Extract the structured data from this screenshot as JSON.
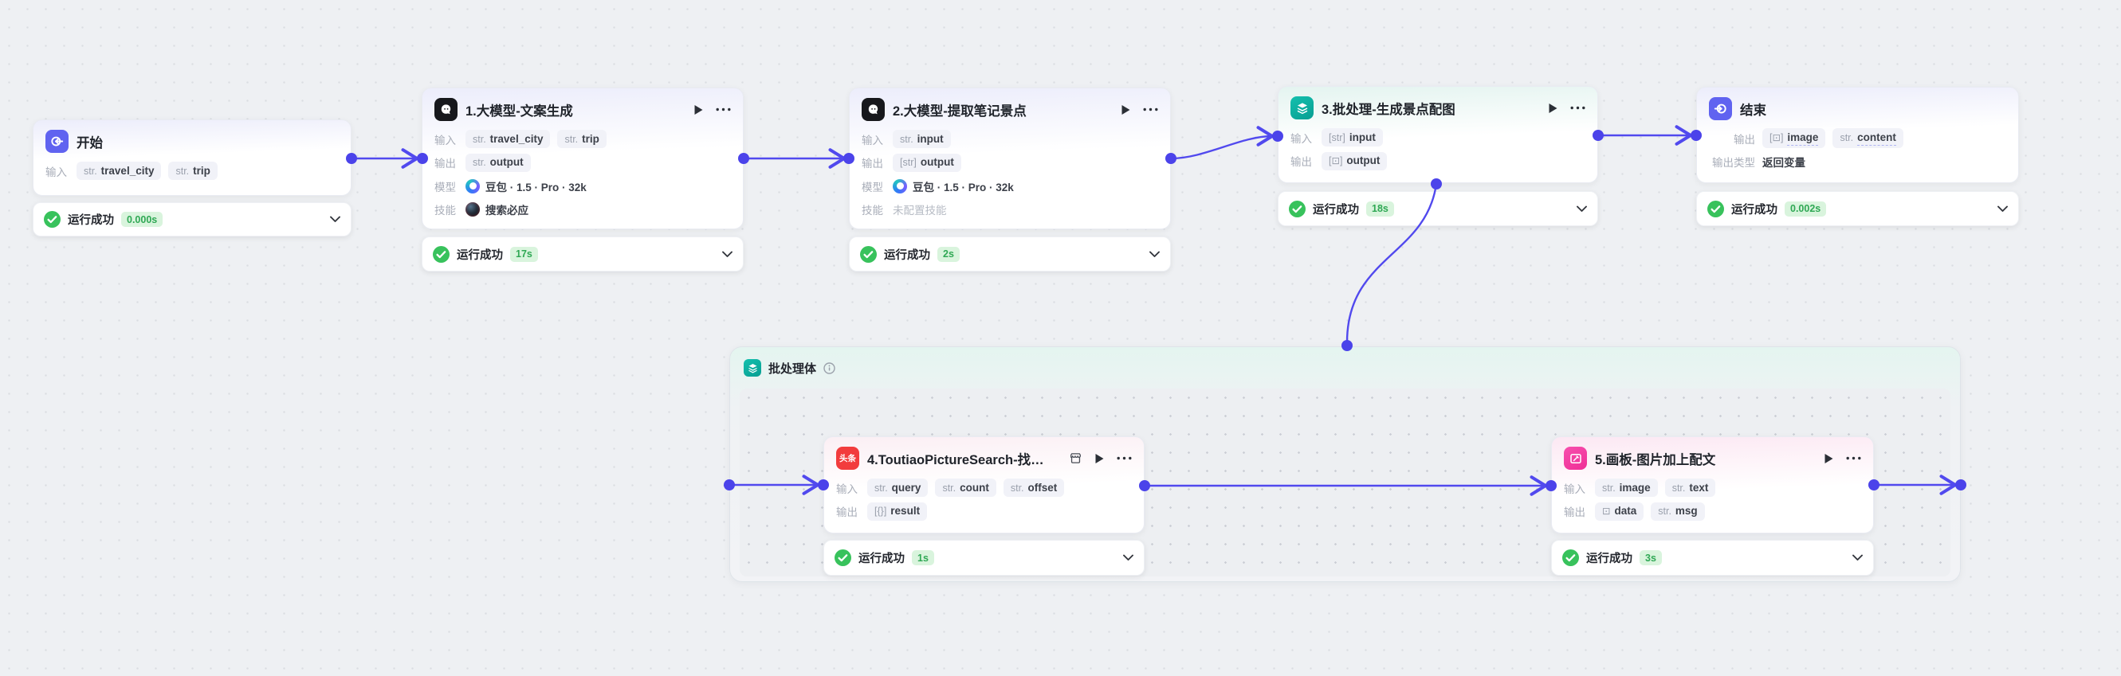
{
  "labels": {
    "input": "输入",
    "output": "输出",
    "model": "模型",
    "skill": "技能",
    "output_type": "输出类型"
  },
  "status_text": "运行成功",
  "batch": {
    "title": "批处理体"
  },
  "colors": {
    "edge": "#5149ee",
    "success": "#38c25c",
    "time_badge_bg": "#d9f4dd",
    "time_badge_text": "#2fa854",
    "accent_teal": "#0fb3a3",
    "accent_indigo": "#6063f0",
    "accent_red": "#f23c3d",
    "accent_magenta": "#f23fa0"
  },
  "icons": {
    "header_play": "play-icon",
    "header_more": "more-icon",
    "status_check": "success-check-icon",
    "collapse": "chevron-down-icon",
    "batch_node": "layers-icon",
    "info": "info-icon",
    "plugin": "storefront-icon"
  },
  "nodes": {
    "start": {
      "title": "开始",
      "time": "0.000s",
      "inputs": [
        {
          "t": "str.",
          "n": "travel_city"
        },
        {
          "t": "str.",
          "n": "trip"
        }
      ]
    },
    "llm1": {
      "title": "1.大模型-文案生成",
      "time": "17s",
      "inputs": [
        {
          "t": "str.",
          "n": "travel_city"
        },
        {
          "t": "str.",
          "n": "trip"
        }
      ],
      "outputs": [
        {
          "t": "str.",
          "n": "output"
        }
      ],
      "model": "豆包 · 1.5 · Pro · 32k",
      "skill": "搜索必应"
    },
    "llm2": {
      "title": "2.大模型-提取笔记景点",
      "time": "2s",
      "inputs": [
        {
          "t": "str.",
          "n": "input"
        }
      ],
      "outputs": [
        {
          "t": "[str]",
          "n": "output"
        }
      ],
      "model": "豆包 · 1.5 · Pro · 32k",
      "skill_empty": "未配置技能"
    },
    "batch3": {
      "title": "3.批处理-生成景点配图",
      "time": "18s",
      "inputs": [
        {
          "t": "[str]",
          "n": "input"
        }
      ],
      "outputs": [
        {
          "t": "[⊡]",
          "n": "output"
        }
      ]
    },
    "end": {
      "title": "结束",
      "time": "0.002s",
      "outputs": [
        {
          "t": "[⊡]",
          "n": "image"
        },
        {
          "t": "str.",
          "n": "content"
        }
      ],
      "output_type": "返回变量"
    },
    "toutiao4": {
      "title": "4.ToutiaoPictureSearch-找…",
      "icon_text": "头条",
      "time": "1s",
      "inputs": [
        {
          "t": "str.",
          "n": "query"
        },
        {
          "t": "str.",
          "n": "count"
        },
        {
          "t": "str.",
          "n": "offset"
        }
      ],
      "outputs": [
        {
          "t": "[{}]",
          "n": "result"
        }
      ]
    },
    "board5": {
      "title": "5.画板-图片加上配文",
      "time": "3s",
      "inputs": [
        {
          "t": "str.",
          "n": "image"
        },
        {
          "t": "str.",
          "n": "text"
        }
      ],
      "outputs": [
        {
          "t": "⊡",
          "n": "data"
        },
        {
          "t": "str.",
          "n": "msg"
        }
      ]
    }
  }
}
